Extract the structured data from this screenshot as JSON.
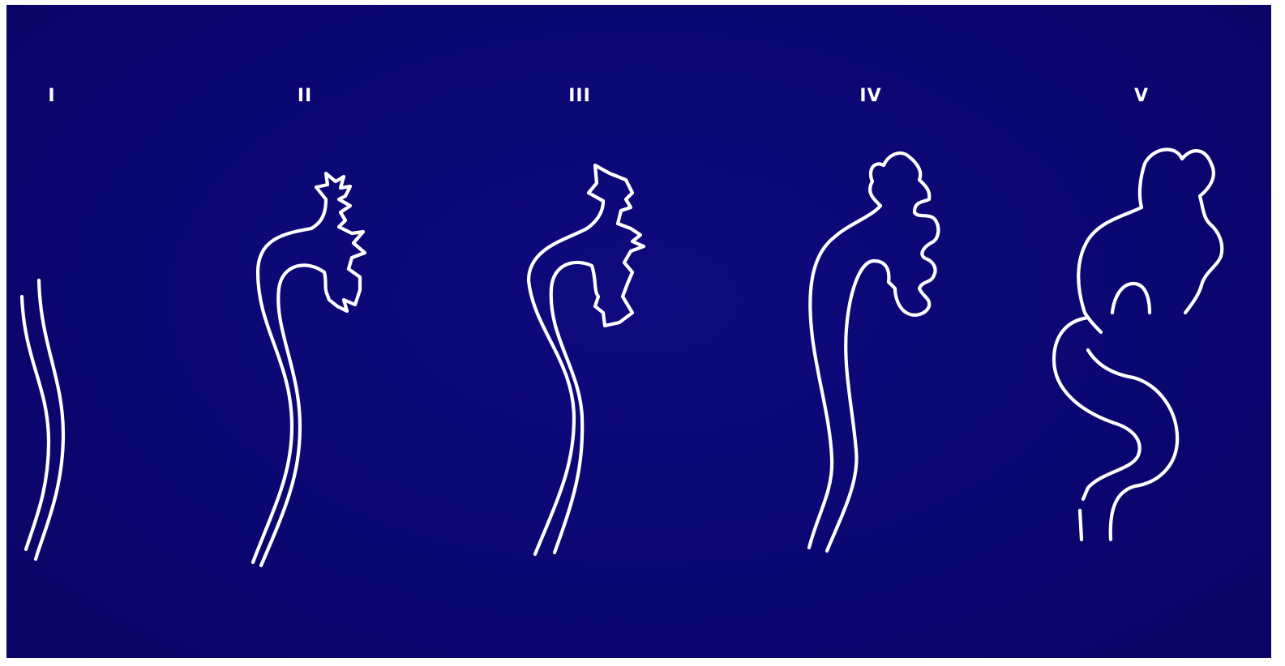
{
  "diagram": {
    "background_color": "#0b0772",
    "line_color": "#ffffff",
    "grades": [
      {
        "label": "I"
      },
      {
        "label": "II"
      },
      {
        "label": "III"
      },
      {
        "label": "IV"
      },
      {
        "label": "V"
      }
    ]
  }
}
